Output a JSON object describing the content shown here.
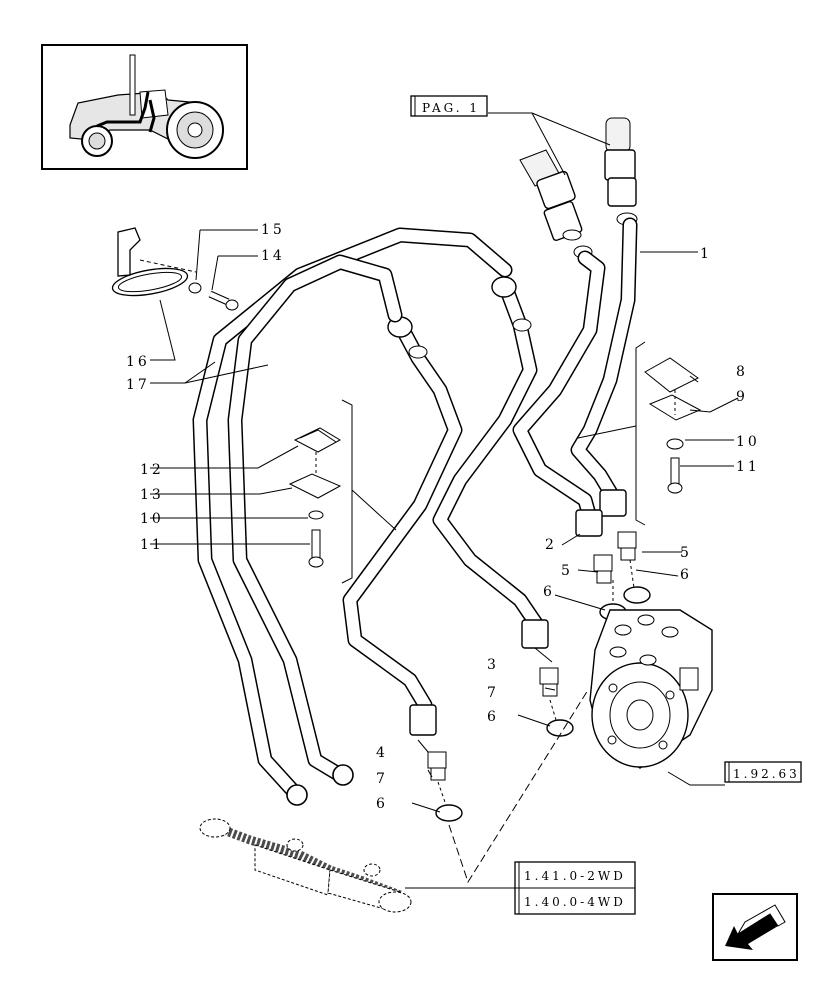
{
  "callouts": {
    "c1": "1",
    "c2": "2",
    "c3": "3",
    "c4": "4",
    "c5a": "5",
    "c5b": "5",
    "c6a": "6",
    "c6b": "6",
    "c6c": "6",
    "c6d": "6",
    "c7a": "7",
    "c7b": "7",
    "c8": "8",
    "c9": "9",
    "c10a": "10",
    "c10b": "10",
    "c11a": "11",
    "c11b": "11",
    "c12": "12",
    "c13": "13",
    "c14": "14",
    "c15": "15",
    "c16": "16",
    "c17": "17"
  },
  "references": {
    "page_ref": "PAG. 1",
    "steering_unit_ref": "1.92.63",
    "cylinder_ref_2wd": "1.41.0-2WD",
    "cylinder_ref_4wd": "1.40.0-4WD"
  },
  "icons": {
    "thumbnail": "tractor-thumbnail-icon",
    "nav": "previous-page-arrow-icon"
  }
}
